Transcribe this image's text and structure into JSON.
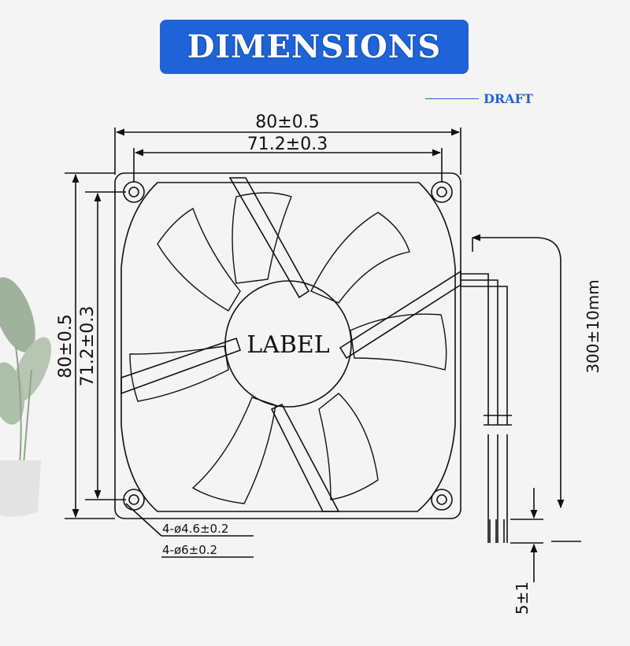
{
  "header": {
    "title": "DIMENSIONS",
    "tag": "DRAFT"
  },
  "fan": {
    "label": "LABEL"
  },
  "dimensions": {
    "outer_width": "80±0.5",
    "hole_spacing_width": "71.2±0.3",
    "outer_height": "80±0.5",
    "hole_spacing_height": "71.2±0.3",
    "cable_length": "300±10mm",
    "strip_length": "5±1",
    "hole_small": "4-ø4.6±0.2",
    "hole_large": "4-ø6±0.2"
  },
  "colors": {
    "accent": "#1f63d8",
    "line": "#111111",
    "background": "#f4f4f4"
  }
}
